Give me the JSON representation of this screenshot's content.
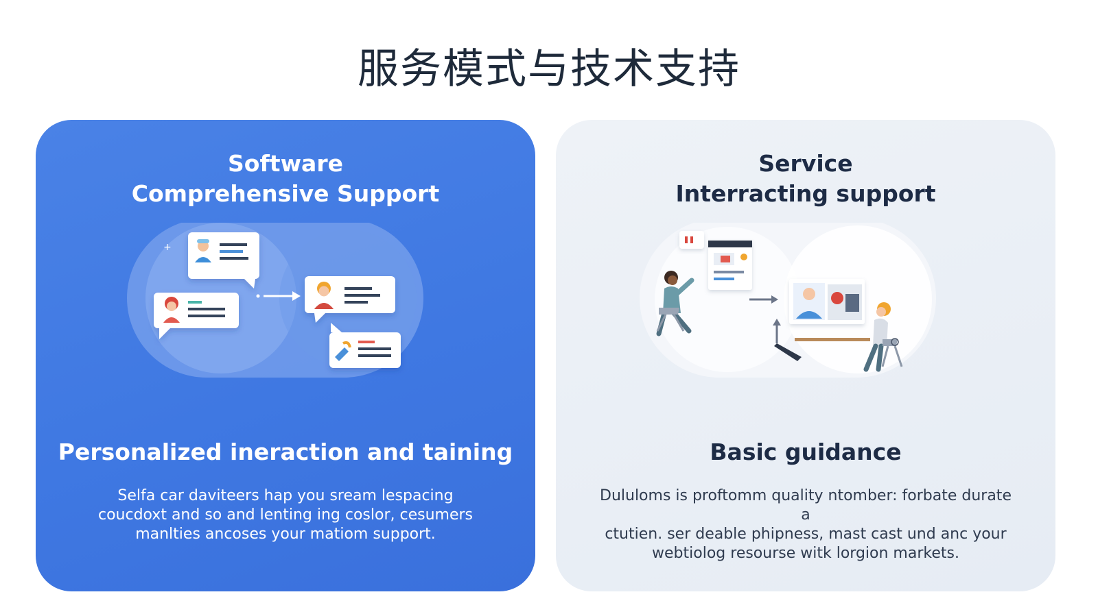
{
  "page": {
    "title": "服务模式与技术支持"
  },
  "cards": [
    {
      "heading_line1": "Software",
      "heading_line2": "Comprehensive Support",
      "subtitle": "Personalized ineraction and taining",
      "description": [
        "Selfa car daviteers hap you sream lespacing",
        "coucdoxt and so and lenting ing coslor, cesumers",
        "manlties ancoses your matiom support."
      ],
      "illustration": "chat-support-illustration"
    },
    {
      "heading_line1": "Service",
      "heading_line2": "Interracting support",
      "subtitle": "Basic guidance",
      "description": [
        "Dululoms is proftomm quality ntomber: forbate durate a",
        "ctutien. ser deable phipness, mast cast und anc your",
        "webtiolog resourse witk lorgion markets."
      ],
      "illustration": "remote-work-illustration"
    }
  ],
  "colors": {
    "left_card": "#4079e3",
    "right_card": "#e9eef5",
    "title": "#1e2a3a"
  }
}
